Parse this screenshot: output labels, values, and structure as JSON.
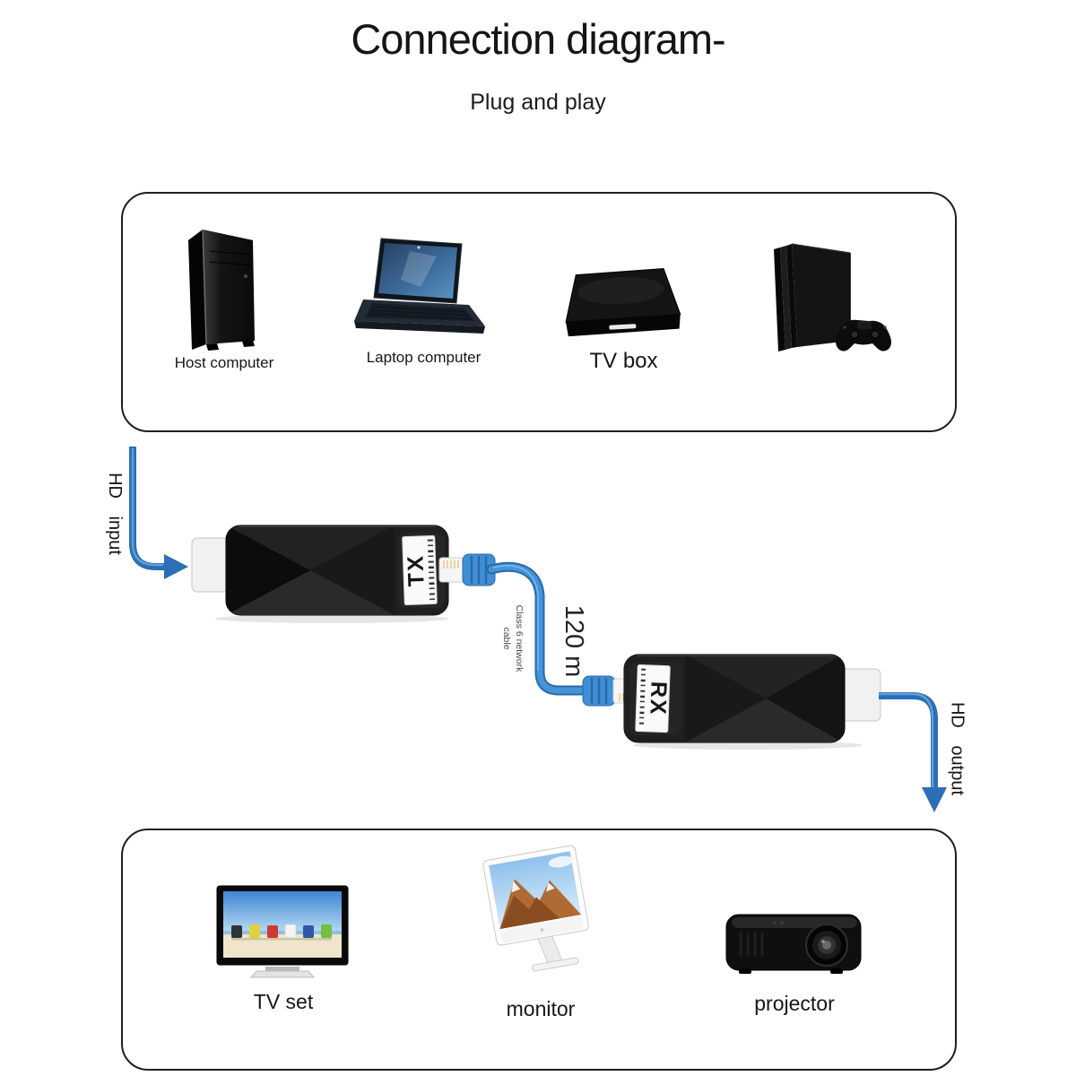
{
  "header": {
    "title": "Connection diagram-",
    "subtitle": "Plug and play"
  },
  "source_panel": {
    "devices": [
      {
        "icon": "desktop-tower-icon",
        "label": "Host computer"
      },
      {
        "icon": "laptop-icon",
        "label": "Laptop computer"
      },
      {
        "icon": "tv-box-icon",
        "label": "TV box"
      },
      {
        "icon": "game-console-icon",
        "label": ""
      }
    ]
  },
  "extender_link": {
    "input_label": "HD input",
    "transmitter_label": "TX",
    "receiver_label": "RX",
    "cable_type_line1": "Class 6 network",
    "cable_type_line2": "cable",
    "cable_length": "120 m",
    "output_label": "HD output"
  },
  "display_panel": {
    "devices": [
      {
        "icon": "tv-set-icon",
        "label": "TV set"
      },
      {
        "icon": "monitor-icon",
        "label": "monitor"
      },
      {
        "icon": "projector-icon",
        "label": "projector"
      }
    ]
  },
  "colors": {
    "arrow_blue": "#2b6fb6",
    "cable_blue": "#3f8ed6",
    "device_black": "#151515"
  }
}
